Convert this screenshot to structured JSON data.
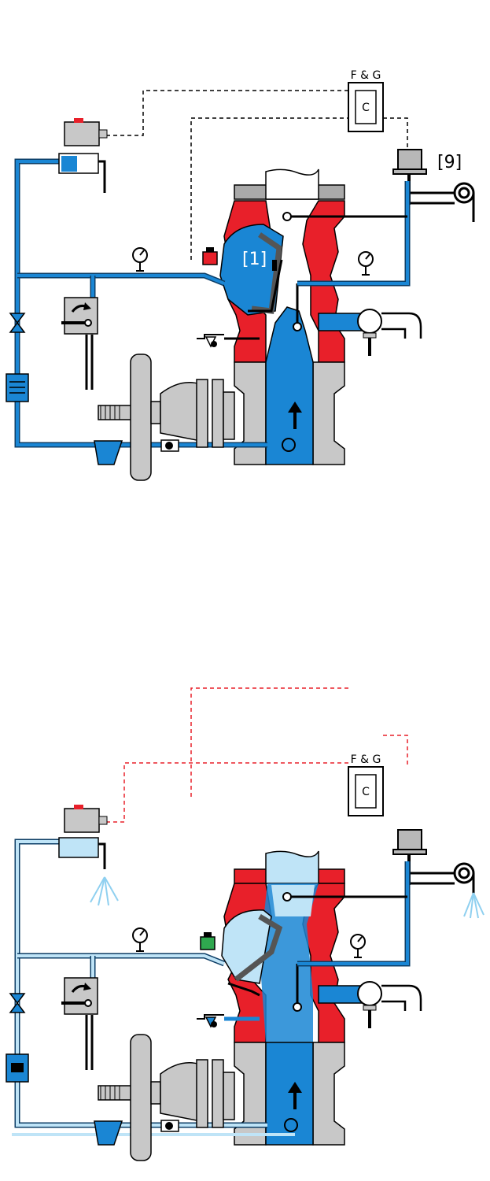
{
  "panels": [
    {
      "state": "set",
      "controller_label": "F & G",
      "controller_letter": "C",
      "callout_left": "[1]",
      "callout_right": "[9]"
    },
    {
      "state": "open",
      "controller_label": "F & G",
      "controller_letter": "C"
    }
  ],
  "colors": {
    "body_red": "#e8202a",
    "water_blue": "#1a86d4",
    "water_light": "#bfe4f7",
    "pipe_outline": "#0d3e66",
    "casting_grey": "#c8c8c8",
    "signal_dashed_set": "#000000",
    "signal_dashed_open": "#e8202a",
    "diaphragm": "#555555"
  },
  "icons": [
    "solenoid-valve-icon",
    "pressure-gauge-icon",
    "manual-release-icon",
    "strainer-icon",
    "ball-valve-icon",
    "check-valve-icon",
    "pressure-switch-icon",
    "handwheel-icon"
  ]
}
